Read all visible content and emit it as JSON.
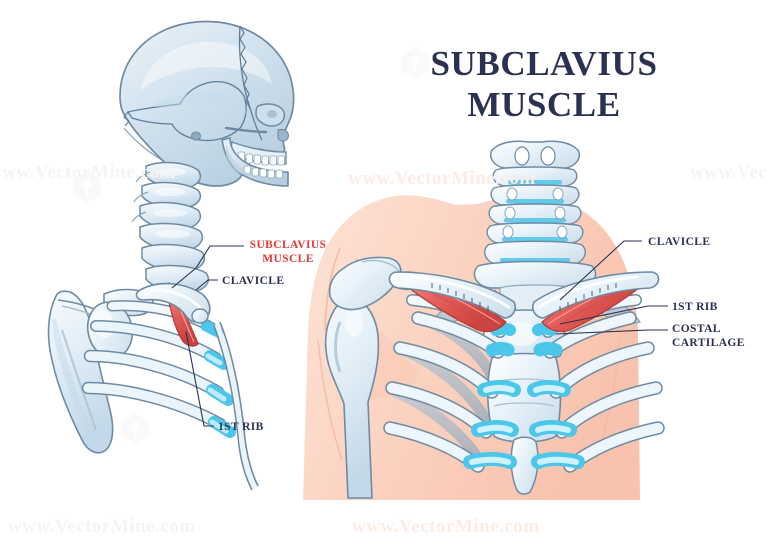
{
  "title": {
    "line1": "SUBCLAVIUS",
    "line2": "MUSCLE",
    "color": "#2b3152"
  },
  "colors": {
    "title_navy": "#2b3152",
    "label_navy": "#2b3152",
    "muscle_red": "#e8605c",
    "muscle_red_dark": "#cf4340",
    "highlight_red": "#e03a36",
    "bone_fill": "#dbe8f2",
    "bone_light": "#f2f8fc",
    "bone_outline": "#6f8ba3",
    "cartilage_cyan": "#63d3f2",
    "cartilage_cyan_light": "#bfeefc",
    "skin": "#fbd5c5",
    "skin_shadow": "#f5bda9",
    "leader_line": "#2b3152",
    "watermark": "#f3f4f6",
    "background": "#ffffff"
  },
  "labels": {
    "left_figure": [
      {
        "id": "subclavius-muscle",
        "text": "SUBCLAVIUS\nMUSCLE",
        "style": "red"
      },
      {
        "id": "clavicle",
        "text": "CLAVICLE",
        "style": "navy"
      },
      {
        "id": "first-rib",
        "text": "1ST RIB",
        "style": "navy"
      }
    ],
    "right_figure": [
      {
        "id": "clavicle",
        "text": "CLAVICLE",
        "style": "navy"
      },
      {
        "id": "first-rib",
        "text": "1ST RIB",
        "style": "navy"
      },
      {
        "id": "costal-cartilage",
        "text": "COSTAL\nCARTILAGE",
        "style": "navy"
      }
    ]
  },
  "figures": {
    "left": {
      "name": "lateral-skull-and-shoulder-girdle",
      "parts": [
        "skull",
        "cervical-vertebrae",
        "scapula",
        "clavicle",
        "ribs",
        "costal-cartilage",
        "subclavius-muscle"
      ]
    },
    "right": {
      "name": "anterior-thorax-with-subclavius-muscles",
      "parts": [
        "cervical-vertebrae",
        "clavicles",
        "scapula",
        "humerus",
        "sternum",
        "xiphoid-process",
        "ribs",
        "costal-cartilage",
        "subclavius-muscle-left",
        "subclavius-muscle-right",
        "torso-skin"
      ]
    }
  },
  "watermarks": {
    "text": "www.VectorMine.com",
    "occurrences": 5
  }
}
